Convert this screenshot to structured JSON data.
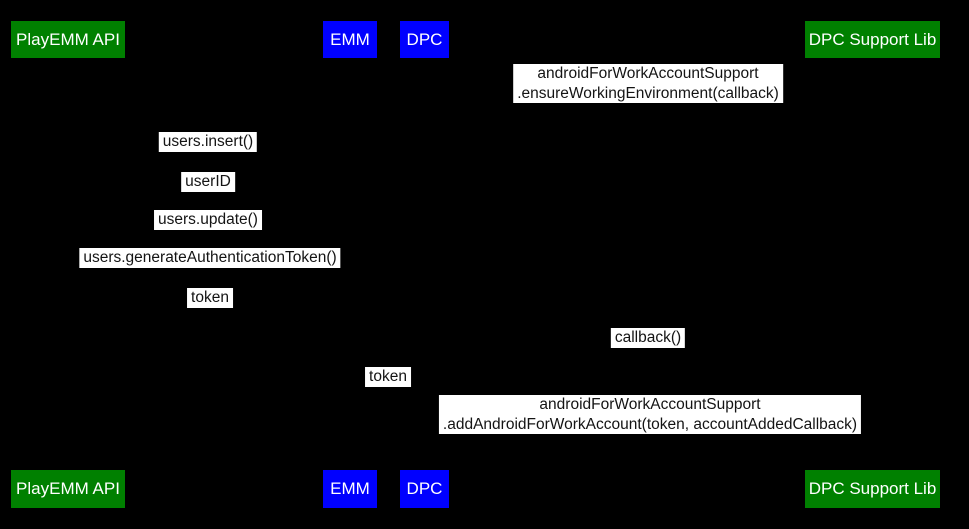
{
  "diagram": {
    "type": "sequence-diagram",
    "background_color": "#000000",
    "label_bg_color": "#ffffff",
    "label_text_color": "#141414",
    "actor_text_color": "#ffffff",
    "actors": [
      {
        "label": "PlayEMM API",
        "color": "#008000"
      },
      {
        "label": "EMM",
        "color": "#0000ff"
      },
      {
        "label": "DPC",
        "color": "#0000ff"
      },
      {
        "label": "DPC Support Lib",
        "color": "#008000"
      }
    ],
    "messages": [
      {
        "from": "DPC",
        "to": "DPC Support Lib",
        "lines": [
          "androidForWorkAccountSupport",
          ".ensureWorkingEnvironment(callback)"
        ]
      },
      {
        "from": "EMM",
        "to": "PlayEMM API",
        "lines": [
          "users.insert()",
          ""
        ]
      },
      {
        "from": "PlayEMM API",
        "to": "EMM",
        "lines": [
          "userID",
          ""
        ]
      },
      {
        "from": "EMM",
        "to": "PlayEMM API",
        "lines": [
          "users.update()",
          ""
        ]
      },
      {
        "from": "EMM",
        "to": "PlayEMM API",
        "lines": [
          "users.generateAuthenticationToken()",
          ""
        ]
      },
      {
        "from": "PlayEMM API",
        "to": "EMM",
        "lines": [
          "token",
          ""
        ]
      },
      {
        "from": "DPC Support Lib",
        "to": "DPC",
        "lines": [
          "callback()",
          ""
        ]
      },
      {
        "from": "EMM",
        "to": "DPC",
        "lines": [
          "token",
          ""
        ]
      },
      {
        "from": "DPC",
        "to": "DPC Support Lib",
        "lines": [
          "androidForWorkAccountSupport",
          ".addAndroidForWorkAccount(token, accountAddedCallback)"
        ]
      }
    ]
  }
}
